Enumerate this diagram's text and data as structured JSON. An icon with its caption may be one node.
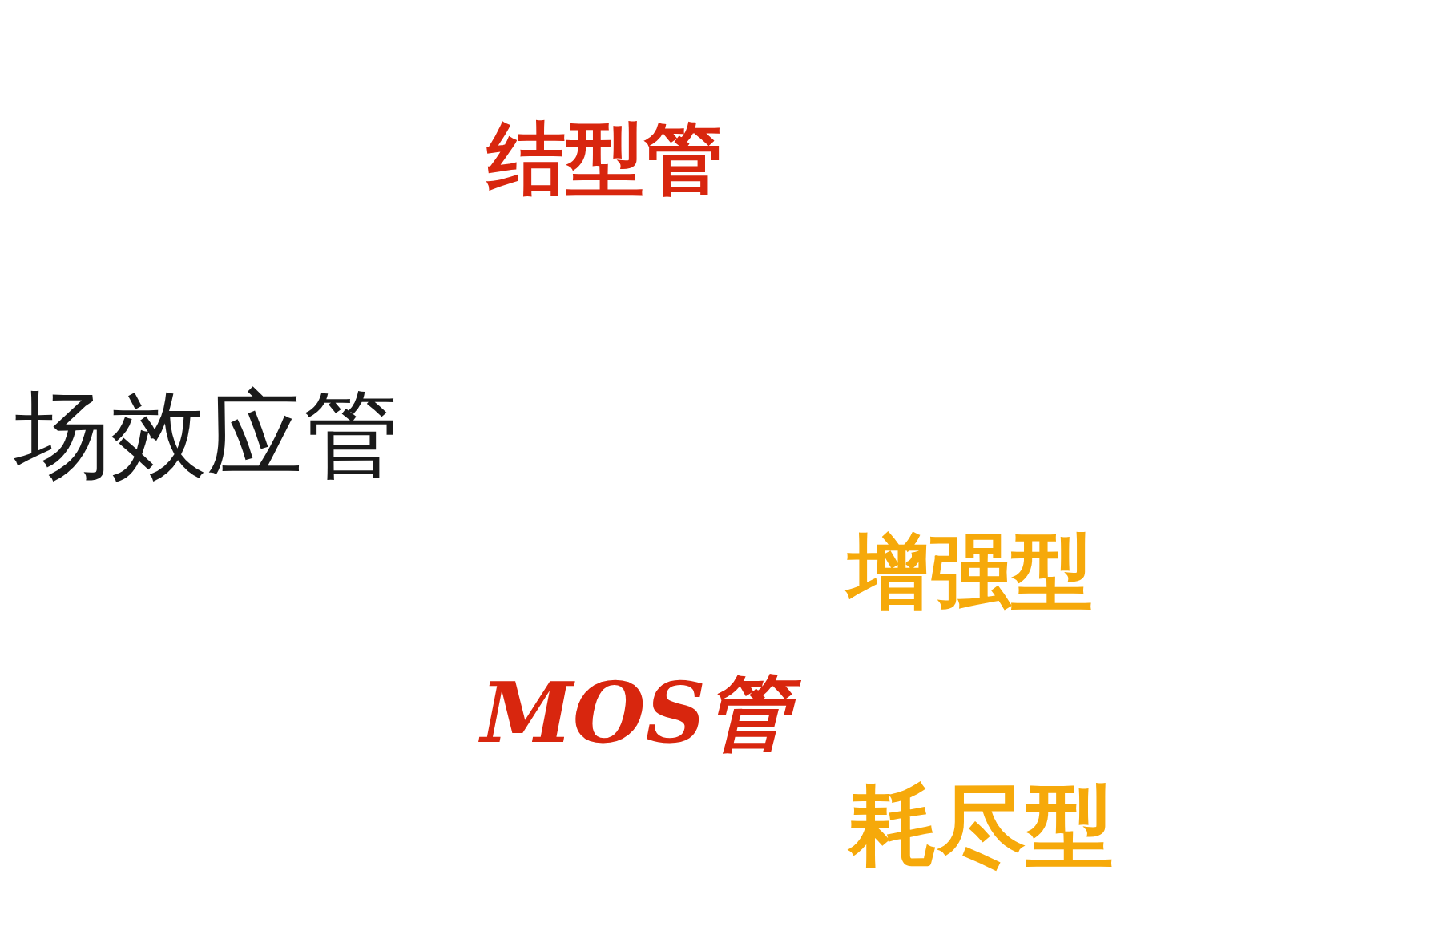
{
  "diagram": {
    "labels": [
      "结型管",
      "场效应管",
      "增强型",
      "MOS管",
      "耗尽型"
    ]
  }
}
